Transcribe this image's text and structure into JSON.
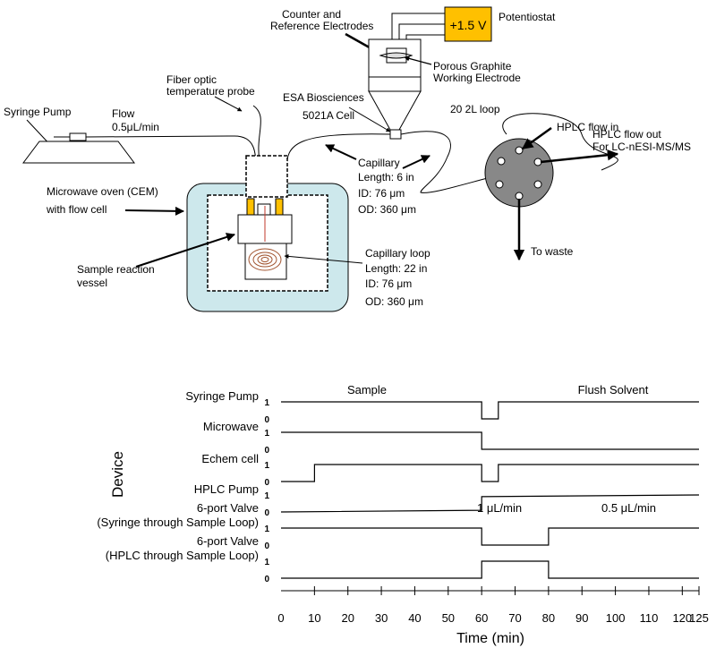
{
  "apparatus": {
    "potentiostat_voltage": "+1.5 V",
    "potentiostat_label": "Potentiostat",
    "counter_ref_line1": "Counter and",
    "counter_ref_line2": "Reference Electrodes",
    "working_electrode_line1": "Porous Graphite",
    "working_electrode_line2": "Working Electrode",
    "fiber_optic_line1": "Fiber optic",
    "fiber_optic_line2": "temperature probe",
    "esa_line1": "ESA Biosciences",
    "esa_line2": "5021A Cell",
    "loop_label": "20 2L loop",
    "hplc_flow_in": "HPLC flow in",
    "hplc_flow_out_line1": "HPLC flow out",
    "hplc_flow_out_line2": "For LC-nESI-MS/MS",
    "syringe_pump": "Syringe Pump",
    "flow_line1": "Flow",
    "flow_line2": "0.5μL/min",
    "capillary": [
      "Capillary",
      "Length: 6 in",
      "ID: 76  μm",
      "OD: 360  μm"
    ],
    "microwave_line1": "Microwave oven (CEM)",
    "microwave_line2": "with flow cell",
    "sample_vessel_line1": "Sample reaction",
    "sample_vessel_line2": "vessel",
    "capillary_loop": [
      "Capillary loop",
      "Length: 22 in",
      "ID: 76  μm",
      "OD: 360  μm"
    ],
    "to_waste": "To waste"
  },
  "timing_chart": {
    "region_labels": [
      "Sample",
      "Flush Solvent"
    ],
    "ylabel": "Device",
    "xlabel": "Time (min)",
    "xlim": [
      0,
      125
    ],
    "xticks": [
      0,
      10,
      20,
      30,
      40,
      50,
      60,
      70,
      80,
      90,
      100,
      110,
      120,
      125
    ],
    "flow_annotations": [
      "1 μL/min",
      "0.5 μL/min"
    ]
  },
  "chart_data": {
    "type": "line",
    "title": "",
    "xlabel": "Time (min)",
    "ylabel": "Device",
    "xlim": [
      0,
      125
    ],
    "series": [
      {
        "name": "Syringe Pump",
        "label_lines": [
          "Syringe Pump"
        ],
        "points": [
          [
            0,
            1
          ],
          [
            60,
            1
          ],
          [
            60,
            0
          ],
          [
            65,
            0
          ],
          [
            65,
            1
          ],
          [
            125,
            1
          ]
        ]
      },
      {
        "name": "Microwave",
        "label_lines": [
          "Microwave"
        ],
        "points": [
          [
            0,
            1
          ],
          [
            60,
            1
          ],
          [
            60,
            0
          ],
          [
            125,
            0
          ]
        ]
      },
      {
        "name": "Echem cell",
        "label_lines": [
          "Echem cell"
        ],
        "points": [
          [
            0,
            0
          ],
          [
            10,
            0
          ],
          [
            10,
            1
          ],
          [
            60,
            1
          ],
          [
            60,
            0
          ],
          [
            65,
            0
          ],
          [
            65,
            1
          ],
          [
            125,
            1
          ]
        ]
      },
      {
        "name": "HPLC Pump",
        "label_lines": [
          "HPLC Pump"
        ],
        "points": [
          [
            0,
            0
          ],
          [
            60,
            0.1
          ],
          [
            60,
            0.9
          ],
          [
            125,
            1
          ]
        ]
      },
      {
        "name": "6-port Valve (Syringe through Sample Loop)",
        "label_lines": [
          "6-port Valve",
          "(Syringe through Sample Loop)"
        ],
        "points": [
          [
            0,
            1
          ],
          [
            60,
            1
          ],
          [
            60,
            0
          ],
          [
            80,
            0
          ],
          [
            80,
            1
          ],
          [
            125,
            1
          ]
        ]
      },
      {
        "name": "6-port Valve (HPLC through Sample Loop)",
        "label_lines": [
          "6-port Valve",
          "(HPLC through Sample Loop)"
        ],
        "points": [
          [
            0,
            0
          ],
          [
            60,
            0
          ],
          [
            60,
            1
          ],
          [
            80,
            1
          ],
          [
            80,
            0
          ],
          [
            125,
            0
          ]
        ]
      }
    ]
  }
}
